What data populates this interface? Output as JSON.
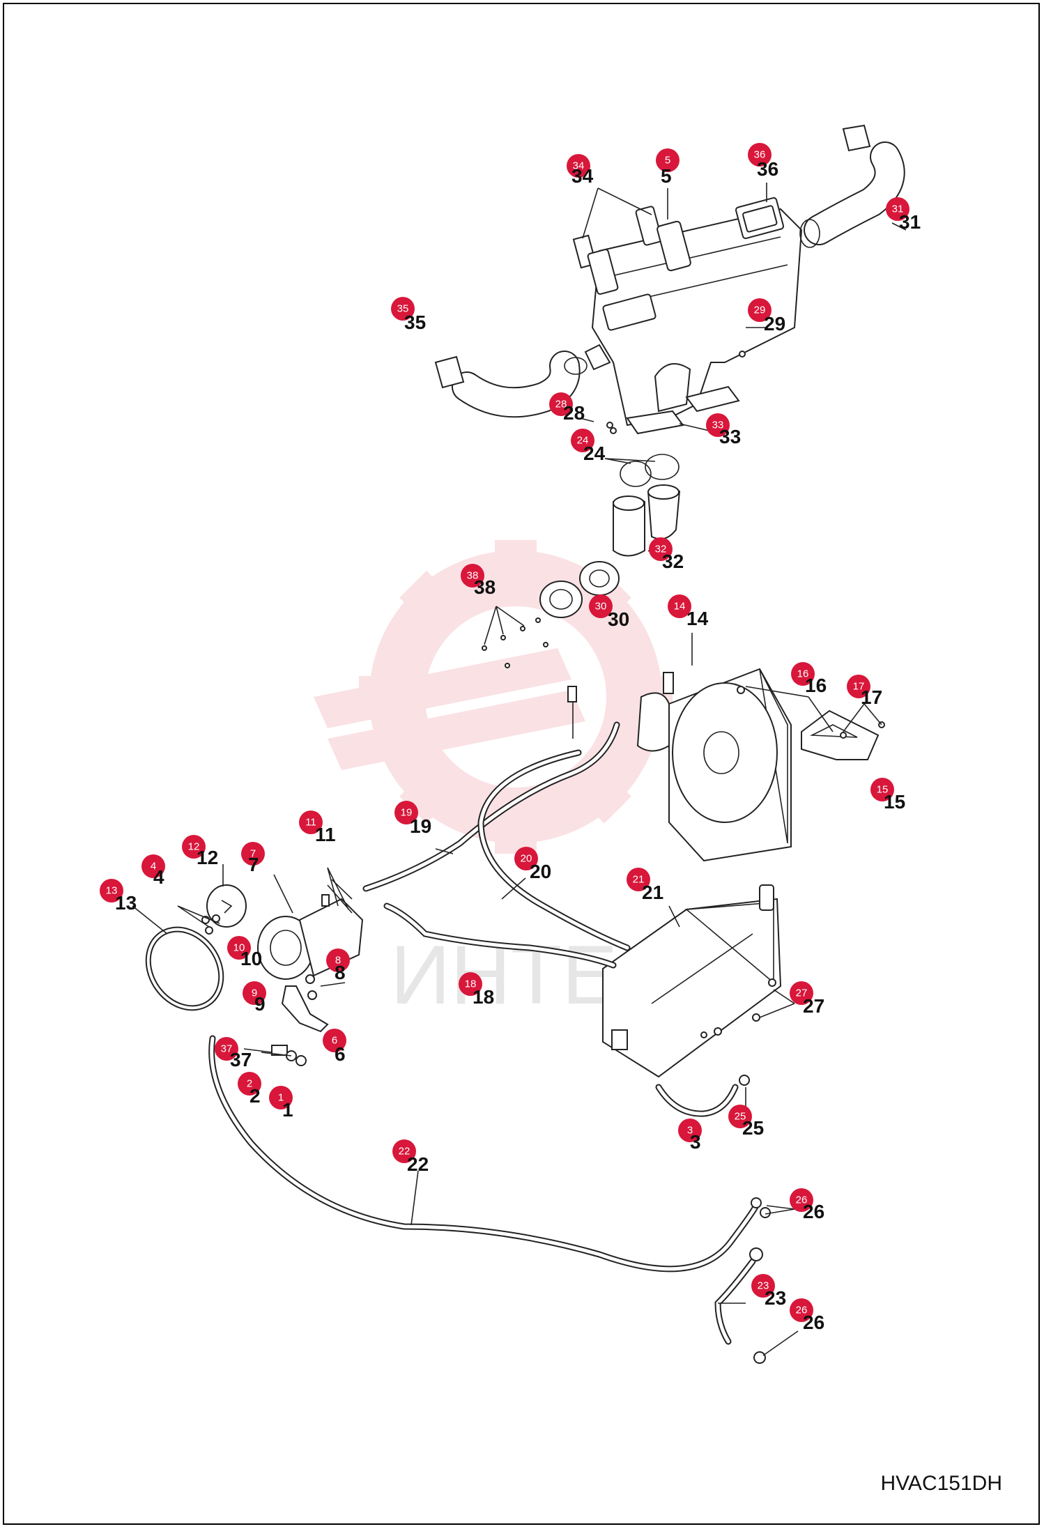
{
  "drawing_code": "HVAC151DH",
  "watermark_text": "ИНТЕХ",
  "colors": {
    "balloon": "#d8173a",
    "watermark": "#f6c9cf",
    "ink": "#111111"
  },
  "callouts": [
    {
      "id": "34",
      "label": "34"
    },
    {
      "id": "5a",
      "label": "5"
    },
    {
      "id": "36",
      "label": "36"
    },
    {
      "id": "31",
      "label": "31"
    },
    {
      "id": "35",
      "label": "35"
    },
    {
      "id": "29",
      "label": "29"
    },
    {
      "id": "28",
      "label": "28"
    },
    {
      "id": "33",
      "label": "33"
    },
    {
      "id": "24",
      "label": "24"
    },
    {
      "id": "32",
      "label": "32"
    },
    {
      "id": "38",
      "label": "38"
    },
    {
      "id": "30",
      "label": "30"
    },
    {
      "id": "14",
      "label": "14"
    },
    {
      "id": "16",
      "label": "16"
    },
    {
      "id": "17",
      "label": "17"
    },
    {
      "id": "15",
      "label": "15"
    },
    {
      "id": "19",
      "label": "19"
    },
    {
      "id": "11",
      "label": "11"
    },
    {
      "id": "12",
      "label": "12"
    },
    {
      "id": "4",
      "label": "4"
    },
    {
      "id": "7",
      "label": "7"
    },
    {
      "id": "13",
      "label": "13"
    },
    {
      "id": "20",
      "label": "20"
    },
    {
      "id": "21",
      "label": "21"
    },
    {
      "id": "10",
      "label": "10"
    },
    {
      "id": "8",
      "label": "8"
    },
    {
      "id": "9",
      "label": "9"
    },
    {
      "id": "18",
      "label": "18"
    },
    {
      "id": "27",
      "label": "27"
    },
    {
      "id": "6",
      "label": "6"
    },
    {
      "id": "37",
      "label": "37"
    },
    {
      "id": "2",
      "label": "2"
    },
    {
      "id": "1",
      "label": "1"
    },
    {
      "id": "3",
      "label": "3"
    },
    {
      "id": "25",
      "label": "25"
    },
    {
      "id": "22",
      "label": "22"
    },
    {
      "id": "26a",
      "label": "26"
    },
    {
      "id": "23",
      "label": "23"
    },
    {
      "id": "26b",
      "label": "26"
    }
  ]
}
